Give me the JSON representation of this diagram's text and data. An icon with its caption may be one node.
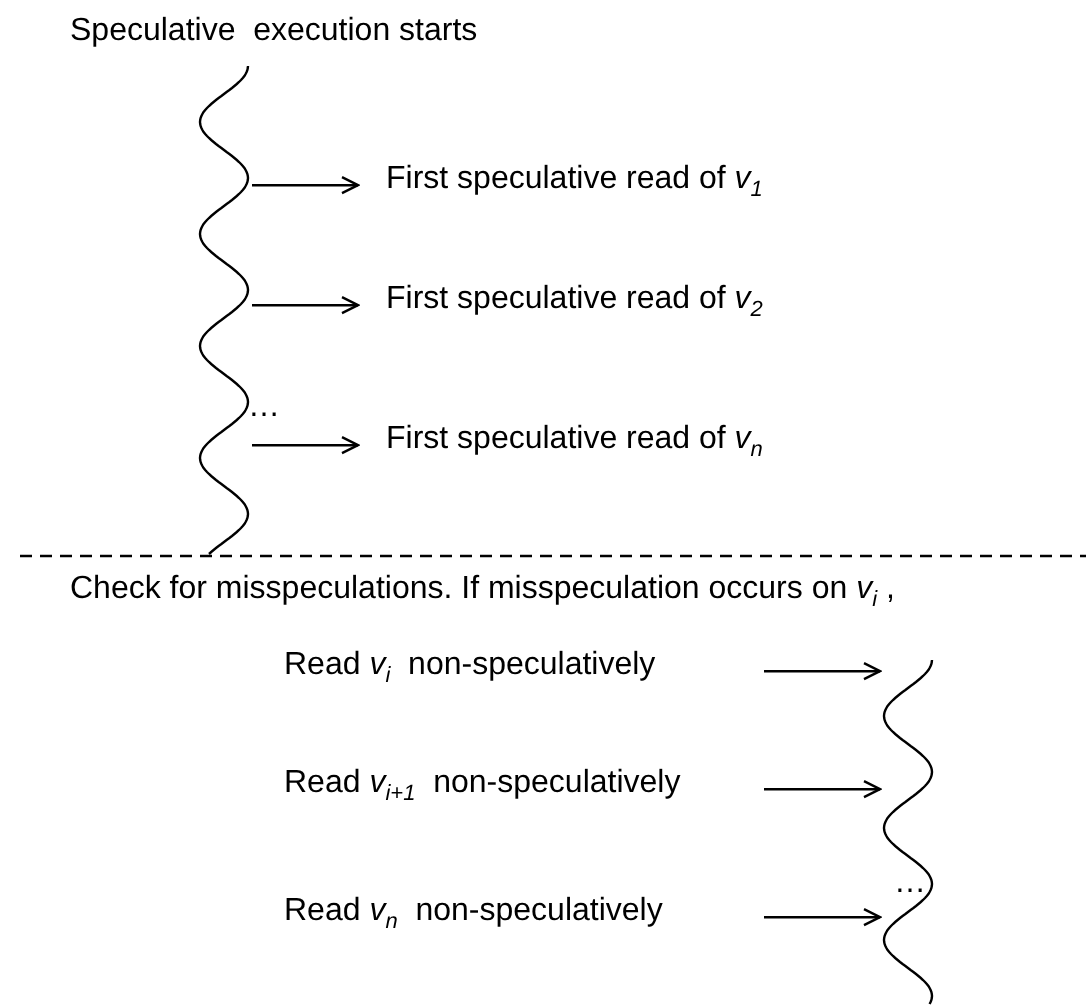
{
  "diagram": {
    "nodes": [
      {
        "text": [],
        "shape": "wave"
      },
      {
        "text": [
          "First speculative read of *v*$_{1}$"
        ]
      },
      {
        "text": [
          "First speculative read of *v*$_{2}$"
        ]
      },
      {
        "text": [
          "First speculative read of *v*$_{n}$"
        ]
      },
      {
        "text": [
          "Read *v*$_{i}$  non-speculatively"
        ]
      },
      {
        "text": [
          "Read *v*$_{i+1}$  non-speculatively"
        ]
      },
      {
        "text": [
          "Read *v*$_{n}$  non-speculatively"
        ]
      },
      {
        "text": [],
        "shape": "wave"
      }
    ],
    "edges": [
      {
        "from": 0,
        "to": 1,
        "arrow": "to"
      },
      {
        "from": 0,
        "to": 2,
        "arrow": "to"
      },
      {
        "from": 0,
        "to": 3,
        "arrow": "to"
      },
      {
        "from": 4,
        "to": 7,
        "arrow": "to"
      },
      {
        "from": 5,
        "to": 7,
        "arrow": "to"
      },
      {
        "from": 6,
        "to": 7,
        "arrow": "to"
      }
    ],
    "labels": [
      "Speculative  execution starts",
      "…",
      "Check for misspeculations. If misspeculation occurs on *v*$_{i}$ ,",
      "…"
    ]
  }
}
